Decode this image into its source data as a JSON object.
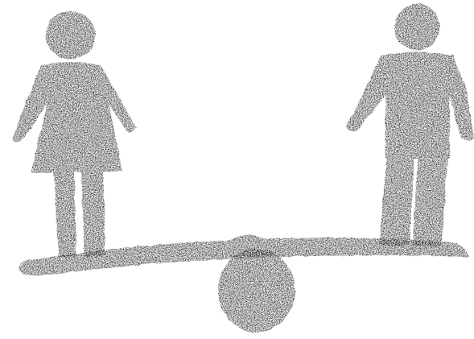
{
  "illustration": {
    "subject": "balance-scale-equality",
    "figures": [
      "woman-figure",
      "man-figure"
    ],
    "ink_color": "#1a1a1a",
    "paper_color": "#ffffff"
  }
}
